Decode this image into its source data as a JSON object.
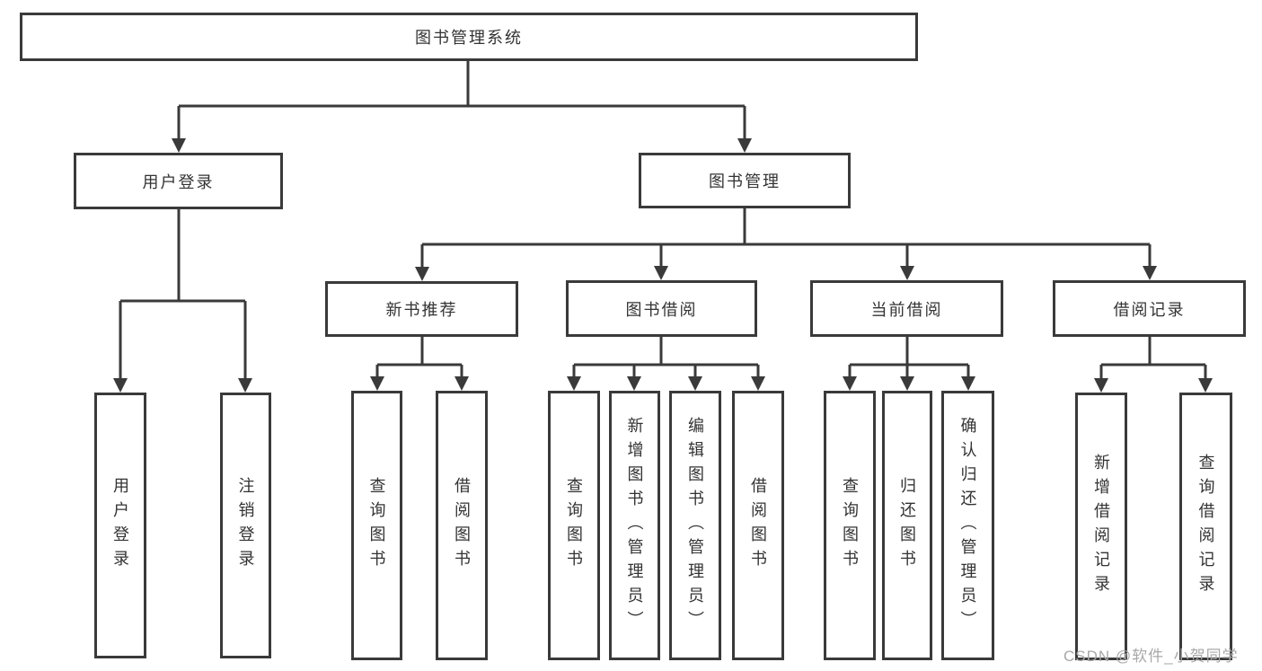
{
  "diagram": {
    "root": {
      "label": "图书管理系统"
    },
    "level2": [
      {
        "label": "用户登录"
      },
      {
        "label": "图书管理"
      }
    ],
    "level3": [
      {
        "label": "新书推荐",
        "parent": "图书管理"
      },
      {
        "label": "图书借阅",
        "parent": "图书管理"
      },
      {
        "label": "当前借阅",
        "parent": "图书管理"
      },
      {
        "label": "借阅记录",
        "parent": "图书管理"
      }
    ],
    "leaves": [
      {
        "label": "用户登录",
        "parent": "用户登录"
      },
      {
        "label": "注销登录",
        "parent": "用户登录"
      },
      {
        "label": "查询图书",
        "parent": "新书推荐"
      },
      {
        "label": "借阅图书",
        "parent": "新书推荐"
      },
      {
        "label": "查询图书",
        "parent": "图书借阅"
      },
      {
        "label": "新增图书（管理员）",
        "parent": "图书借阅"
      },
      {
        "label": "编辑图书（管理员）",
        "parent": "图书借阅"
      },
      {
        "label": "借阅图书",
        "parent": "图书借阅"
      },
      {
        "label": "查询图书",
        "parent": "当前借阅"
      },
      {
        "label": "归还图书",
        "parent": "当前借阅"
      },
      {
        "label": "确认归还（管理员）",
        "parent": "当前借阅"
      },
      {
        "label": "新增借阅记录",
        "parent": "借阅记录"
      },
      {
        "label": "查询借阅记录",
        "parent": "借阅记录"
      }
    ],
    "watermark": "CSDN @软件_小贺同学",
    "colors": {
      "line": "#3a3a3a",
      "text": "#333333",
      "background": "#ffffff",
      "watermark": "#a8a8a8"
    }
  }
}
